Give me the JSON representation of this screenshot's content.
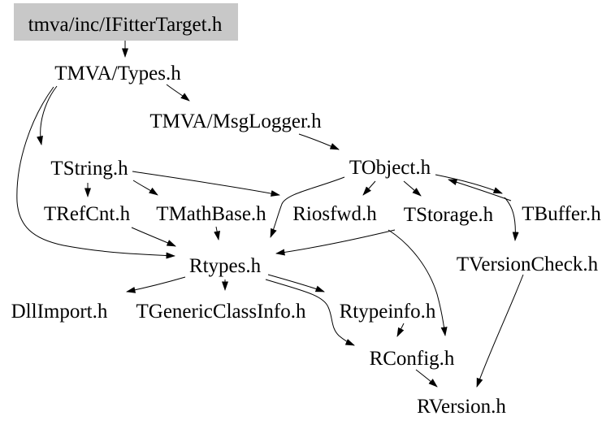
{
  "diagram": {
    "type": "include-dependency-graph",
    "root": "tmva/inc/IFitterTarget.h",
    "background_color": "#ffffff",
    "root_fill": "#c8c8c8",
    "edge_color": "#000000",
    "text_color": "#000000"
  },
  "nodes": [
    {
      "id": "ifittertarget",
      "label": "tmva/inc/IFitterTarget.h"
    },
    {
      "id": "tmva-types",
      "label": "TMVA/Types.h"
    },
    {
      "id": "tmva-msglogger",
      "label": "TMVA/MsgLogger.h"
    },
    {
      "id": "tstring",
      "label": "TString.h"
    },
    {
      "id": "tobject",
      "label": "TObject.h"
    },
    {
      "id": "trefcnt",
      "label": "TRefCnt.h"
    },
    {
      "id": "tmathbase",
      "label": "TMathBase.h"
    },
    {
      "id": "riosfwd",
      "label": "Riosfwd.h"
    },
    {
      "id": "tstorage",
      "label": "TStorage.h"
    },
    {
      "id": "tbuffer",
      "label": "TBuffer.h"
    },
    {
      "id": "rtypes",
      "label": "Rtypes.h"
    },
    {
      "id": "tversioncheck",
      "label": "TVersionCheck.h"
    },
    {
      "id": "dllimport",
      "label": "DllImport.h"
    },
    {
      "id": "tgenericclassinfo",
      "label": "TGenericClassInfo.h"
    },
    {
      "id": "rtypeinfo",
      "label": "Rtypeinfo.h"
    },
    {
      "id": "rconfig",
      "label": "RConfig.h"
    },
    {
      "id": "rversion",
      "label": "RVersion.h"
    }
  ],
  "edges": [
    {
      "from": "tmva/inc/IFitterTarget.h",
      "to": "TMVA/Types.h"
    },
    {
      "from": "TMVA/Types.h",
      "to": "TMVA/MsgLogger.h"
    },
    {
      "from": "TMVA/Types.h",
      "to": "TString.h"
    },
    {
      "from": "TMVA/Types.h",
      "to": "Rtypes.h"
    },
    {
      "from": "TString.h",
      "to": "TRefCnt.h"
    },
    {
      "from": "TString.h",
      "to": "TMathBase.h"
    },
    {
      "from": "TString.h",
      "to": "Riosfwd.h"
    },
    {
      "from": "TMVA/MsgLogger.h",
      "to": "TObject.h"
    },
    {
      "from": "TObject.h",
      "to": "Riosfwd.h"
    },
    {
      "from": "TObject.h",
      "to": "TStorage.h"
    },
    {
      "from": "TObject.h",
      "to": "Rtypes.h"
    },
    {
      "from": "TObject.h",
      "to": "TBuffer.h"
    },
    {
      "from": "TBuffer.h",
      "to": "TObject.h"
    },
    {
      "from": "TObject.h",
      "to": "TVersionCheck.h"
    },
    {
      "from": "TStorage.h",
      "to": "Rtypes.h"
    },
    {
      "from": "Riosfwd.h",
      "to": "RConfig.h"
    },
    {
      "from": "TRefCnt.h",
      "to": "Rtypes.h"
    },
    {
      "from": "TMathBase.h",
      "to": "Rtypes.h"
    },
    {
      "from": "Rtypes.h",
      "to": "DllImport.h"
    },
    {
      "from": "Rtypes.h",
      "to": "TGenericClassInfo.h"
    },
    {
      "from": "Rtypes.h",
      "to": "Rtypeinfo.h"
    },
    {
      "from": "Rtypes.h",
      "to": "RConfig.h"
    },
    {
      "from": "Rtypeinfo.h",
      "to": "RConfig.h"
    },
    {
      "from": "RConfig.h",
      "to": "RVersion.h"
    },
    {
      "from": "TVersionCheck.h",
      "to": "RVersion.h"
    }
  ]
}
